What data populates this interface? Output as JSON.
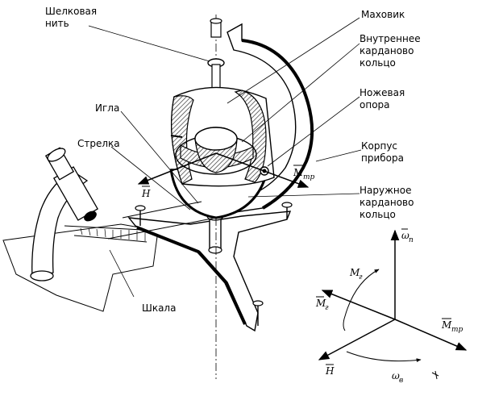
{
  "labels": {
    "thread_l1": "Шелковая",
    "thread_l2": "нить",
    "flywheel": "Маховик",
    "inner_ring_l1": "Внутреннее",
    "inner_ring_l2": "карданово",
    "inner_ring_l3": "кольцо",
    "knife_l1": "Ножевая",
    "knife_l2": "опора",
    "needle": "Игла",
    "pointer": "Стрелка",
    "housing_l1": "Корпус",
    "housing_l2": "прибора",
    "outer_ring_l1": "Наружное",
    "outer_ring_l2": "карданово",
    "outer_ring_l3": "кольцо",
    "scale": "Шкала"
  },
  "symbols": {
    "H_main": "H",
    "M_tr_main": "M",
    "M_tr_main_sub": "тр",
    "omega_p": "ω",
    "omega_p_sub": "п",
    "M_g_upper": "M",
    "M_g_upper_sub": "г",
    "M_g_left": "M",
    "M_g_left_sub": "г",
    "M_tr_vec": "M",
    "M_tr_vec_sub": "тр",
    "H_vec": "H",
    "omega_v": "ω",
    "omega_v_sub": "в"
  },
  "colors": {
    "ink": "#000000",
    "paper": "#ffffff",
    "hatch": "#7a7a7a"
  }
}
